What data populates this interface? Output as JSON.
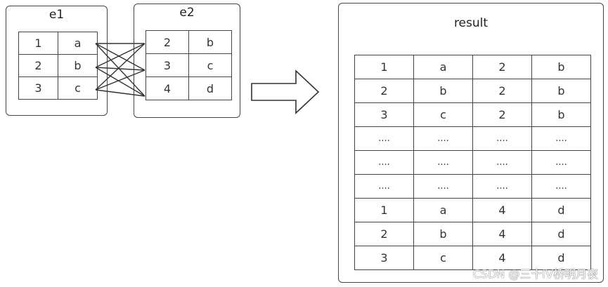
{
  "e1": {
    "title": "e1",
    "rows": [
      [
        "1",
        "a"
      ],
      [
        "2",
        "b"
      ],
      [
        "3",
        "c"
      ]
    ]
  },
  "e2": {
    "title": "e2",
    "rows": [
      [
        "2",
        "b"
      ],
      [
        "3",
        "c"
      ],
      [
        "4",
        "d"
      ]
    ]
  },
  "arrow": {
    "icon": "right-arrow-icon"
  },
  "result": {
    "title": "result",
    "rows": [
      [
        "1",
        "a",
        "2",
        "b"
      ],
      [
        "2",
        "b",
        "2",
        "b"
      ],
      [
        "3",
        "c",
        "2",
        "b"
      ],
      [
        "....",
        "....",
        "....",
        "...."
      ],
      [
        "....",
        "....",
        "....",
        "...."
      ],
      [
        "....",
        "....",
        "....",
        "...."
      ],
      [
        "1",
        "a",
        "4",
        "d"
      ],
      [
        "2",
        "b",
        "4",
        "d"
      ],
      [
        "3",
        "c",
        "4",
        "d"
      ]
    ]
  },
  "watermark": "CSDN @三十IV桥明月夜"
}
